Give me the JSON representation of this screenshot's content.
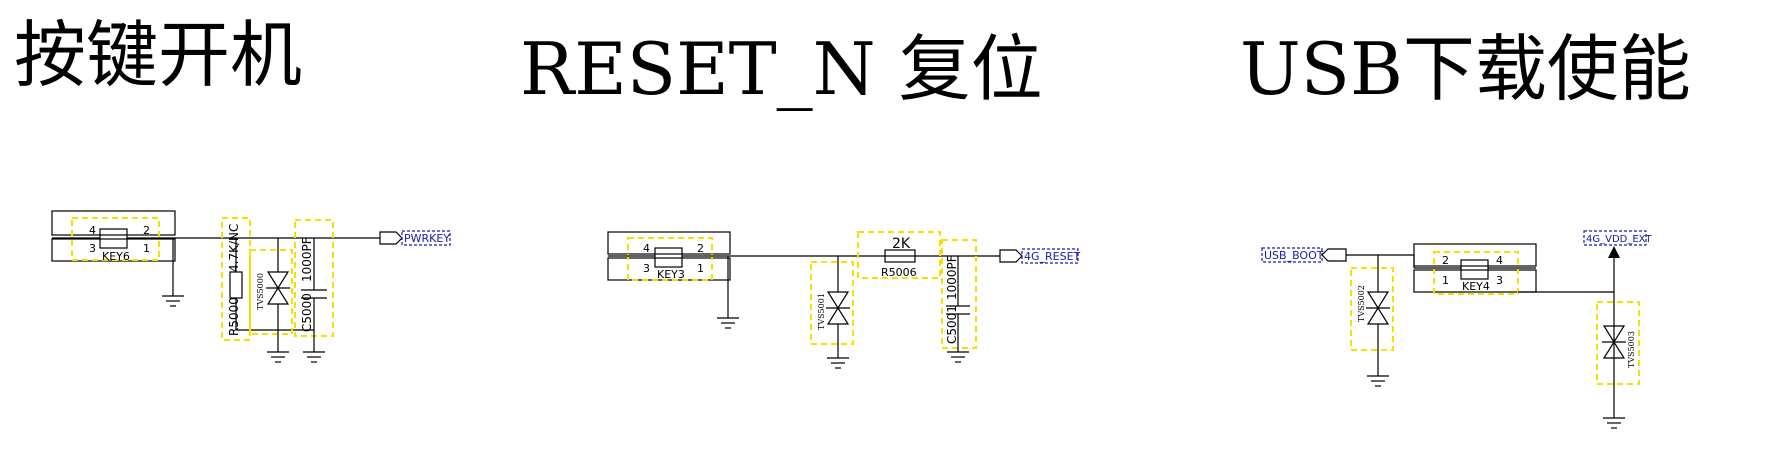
{
  "titles": {
    "power_on": "按键开机",
    "reset": "RESET_N  复位",
    "usb": "USB下载使能"
  },
  "power_circuit": {
    "key": "KEY6",
    "pins": [
      "4",
      "2",
      "3",
      "1"
    ],
    "resistor_value": "4.7K/NC",
    "resistor_ref": "R5000",
    "tvs": "TVS5000",
    "cap_value": "1000PF",
    "cap_ref": "C5000",
    "net": "PWRKEY"
  },
  "reset_circuit": {
    "key": "KEY3",
    "pins": [
      "4",
      "2",
      "3",
      "1"
    ],
    "tvs": "TVS5001",
    "resistor_value": "2K",
    "resistor_ref": "R5006",
    "cap_value": "1000PF",
    "cap_ref": "C5001",
    "net": "4G_RESET"
  },
  "usb_circuit": {
    "net_boot": "USB_BOOT",
    "tvs_left": "TVS5002",
    "key": "KEY4",
    "pins": [
      "2",
      "4",
      "1",
      "3"
    ],
    "net_vdd": "4G_VDD_EXT",
    "tvs_right": "TVS5003"
  }
}
